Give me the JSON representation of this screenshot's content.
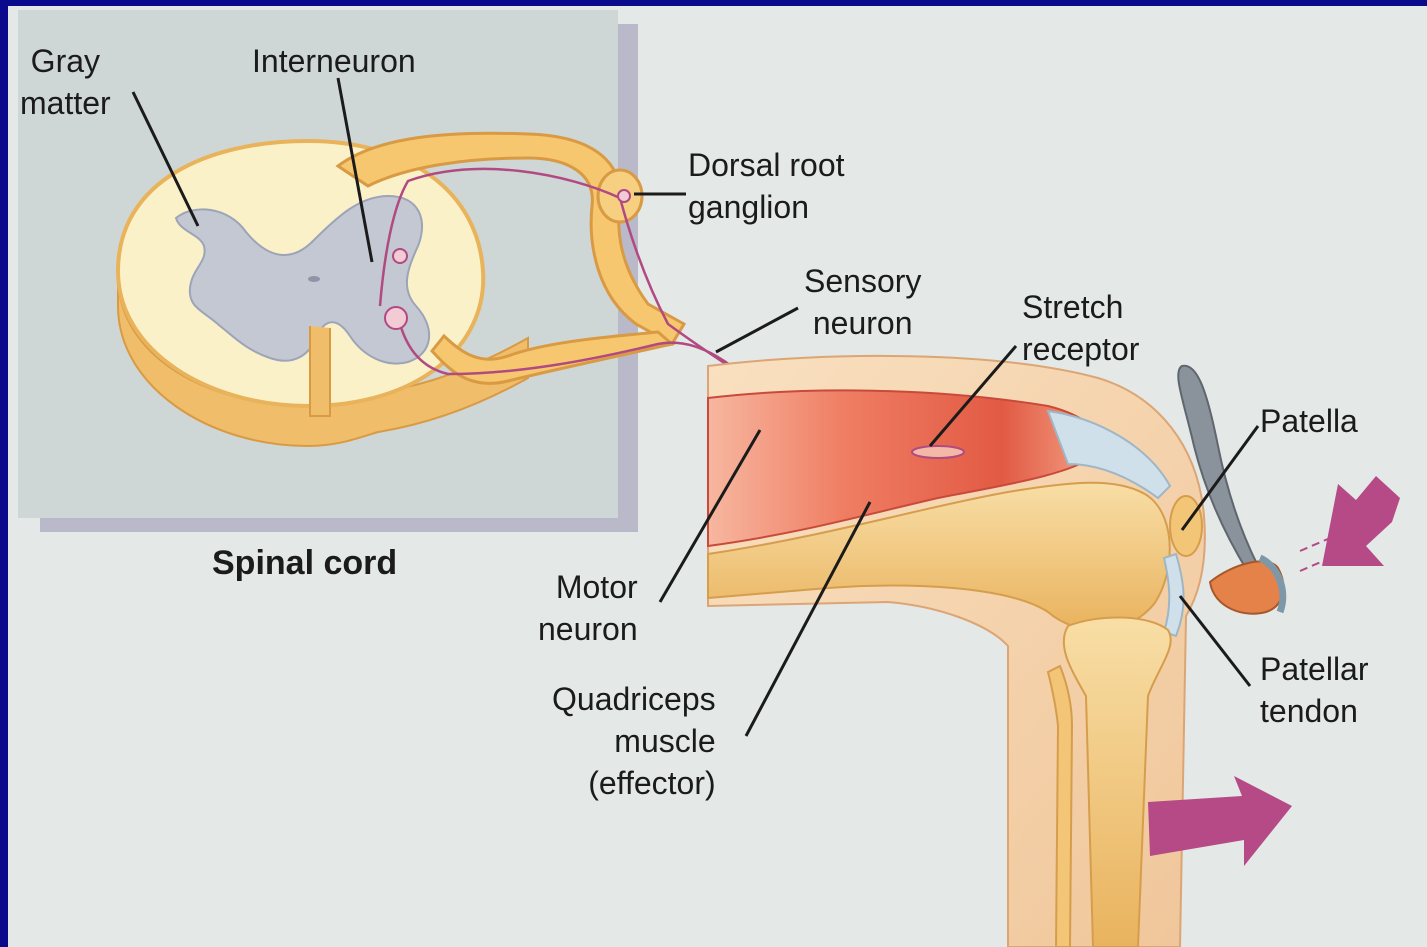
{
  "labels": {
    "gray_matter": [
      "Gray",
      "matter"
    ],
    "interneuron": "Interneuron",
    "dorsal_root_ganglion": [
      "Dorsal root",
      "ganglion"
    ],
    "sensory_neuron": [
      "Sensory",
      "neuron"
    ],
    "stretch_receptor": [
      "Stretch",
      "receptor"
    ],
    "patella": "Patella",
    "spinal_cord": "Spinal cord",
    "motor_neuron": [
      "Motor",
      "neuron"
    ],
    "quadriceps": [
      "Quadriceps",
      "muscle",
      "(effector)"
    ],
    "patellar_tendon": [
      "Patellar",
      "tendon"
    ]
  },
  "colors": {
    "frame": "#0a0a8c",
    "background": "#e4e8e6",
    "inset_panel": "#cfd6d6",
    "cord_white_matter": "#fbf1c8",
    "cord_outline": "#e8b35a",
    "gray_matter": "#c3c8d3",
    "nerve": "#f6c76e",
    "muscle": "#e9614a",
    "skin": "#f5d2a8",
    "bone": "#f2c577",
    "neuron_line": "#b04a80",
    "arrow": "#b54a86"
  }
}
